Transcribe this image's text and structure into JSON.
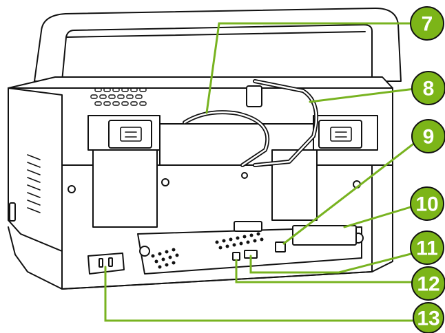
{
  "callouts": [
    {
      "label": "7"
    },
    {
      "label": "8"
    },
    {
      "label": "9"
    },
    {
      "label": "10"
    },
    {
      "label": "11"
    },
    {
      "label": "12"
    },
    {
      "label": "13"
    }
  ],
  "colors": {
    "callout_green": "#7cb518",
    "leader_line": "#78b320",
    "outline": "#111111",
    "fill": "#ffffff"
  }
}
